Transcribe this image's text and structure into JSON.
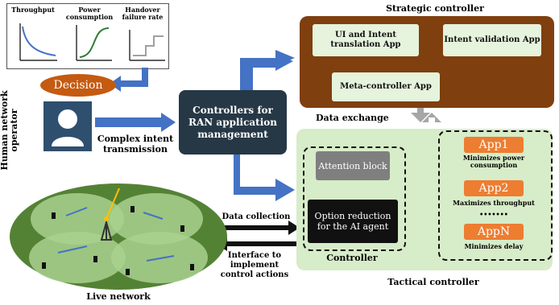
{
  "plots": {
    "throughput": "Throughput",
    "power": "Power consumption",
    "handover": "Handover failure rate"
  },
  "decision": "Decision",
  "human_operator": "Human network operator",
  "complex_intent": "Complex intent transmission",
  "controllers_for": "Controllers for RAN application management",
  "strategic": {
    "title": "Strategic controller",
    "ui_intent": "UI and Intent translation App",
    "intent_validation": "Intent validation App",
    "meta_controller": "Meta-controller App"
  },
  "data_exchange": "Data exchange",
  "tactical": {
    "title": "Tactical controller",
    "attention": "Attention block",
    "option_reduction": "Option reduction for the AI agent",
    "controller": "Controller",
    "apps": [
      {
        "name": "App1",
        "desc": "Minimizes power consumption"
      },
      {
        "name": "App2",
        "desc": "Maximizes throughput"
      },
      {
        "name": "AppN",
        "desc": "Minimizes delay"
      }
    ],
    "dots": "•••••••"
  },
  "data_collection": "Data collection",
  "interface": "Interface to implement control actions",
  "live_network": "Live network",
  "colors": {
    "strategic_bg": "#7f3f0f",
    "tactical_bg": "#d7ecc8",
    "arrow_blue": "#4472c4",
    "orange": "#ed7d31",
    "dark_box": "#263846"
  }
}
